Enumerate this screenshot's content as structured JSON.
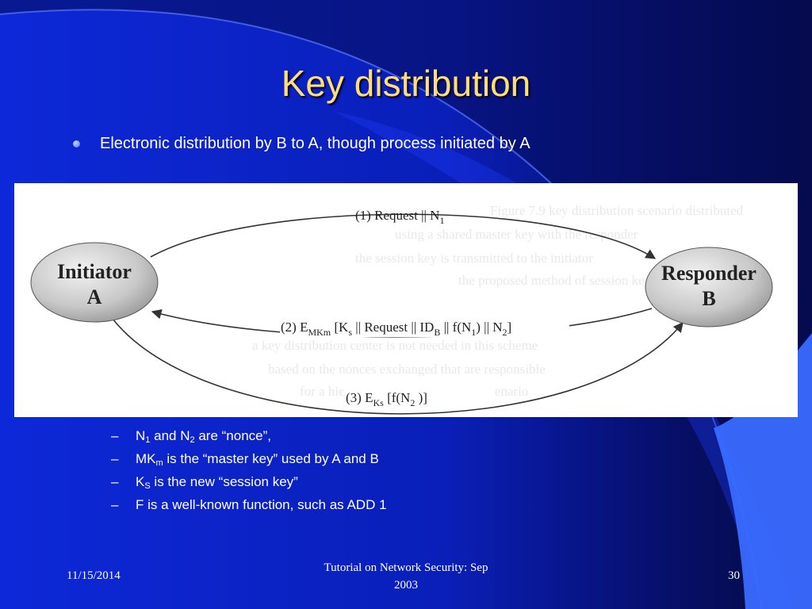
{
  "slide": {
    "title": "Key distribution",
    "bullet": "Electronic distribution by B to A, though process initiated by A"
  },
  "figure": {
    "initiator": {
      "line1": "Initiator",
      "line2": "A"
    },
    "responder": {
      "line1": "Responder",
      "line2": "B"
    },
    "msg1": {
      "main": "(1) Request || N",
      "sub": "1"
    },
    "msg2": {
      "p1": "(2) E",
      "s1": "MKm",
      "p2": " [K",
      "s2": "s",
      "p3": " || Request || ID",
      "s3": "B",
      "p4": " || f(N",
      "s4": "1",
      "p5": ") || N",
      "s5": "2",
      "p6": "]"
    },
    "msg3": {
      "p1": "(3) E",
      "s1": "Ks",
      "p2": " [f(N",
      "s2": "2",
      "p3": " )]"
    }
  },
  "notes": [
    {
      "pre": "N",
      "sub1": "1",
      "mid": " and N",
      "sub2": "2",
      "post": " are “nonce”,"
    },
    {
      "pre": "MK",
      "sub1": "m",
      "post": " is the “master key” used by A and B"
    },
    {
      "pre": "K",
      "sub1": "S",
      "post": " is the new “session key”"
    },
    {
      "pre": "",
      "post": "F is a well-known function, such as ADD 1"
    }
  ],
  "dash": "–",
  "footer": {
    "date": "11/15/2014",
    "center_line1": "Tutorial on Network Security: Sep",
    "center_line2": "2003",
    "page": "30"
  }
}
